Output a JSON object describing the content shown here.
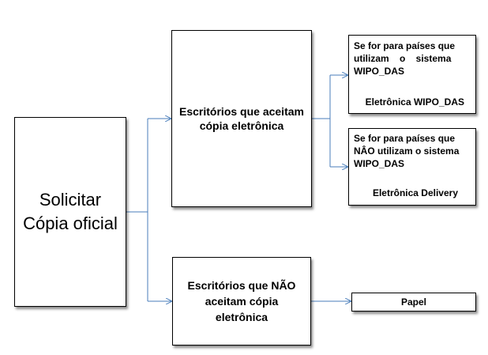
{
  "diagram": {
    "root": {
      "line1": "Solicitar",
      "line2": "Cópia oficial"
    },
    "accept": {
      "line1": "Escritórios que aceitam",
      "line2": "cópia eletrônica"
    },
    "no_accept": {
      "line1": "Escritórios que NÃO",
      "line2": "aceitam cópia",
      "line3": "eletrônica"
    },
    "wipo": {
      "line1": "Se for para países que",
      "line2": "utilizam o sistema",
      "line3": "WIPO_DAS",
      "footer": "Eletrônica WIPO_DAS"
    },
    "no_wipo": {
      "line1": "Se for para países que",
      "line2": "NÂO utilizam o sistema",
      "line3": "WIPO_DAS",
      "footer": "Eletrônica Delivery"
    },
    "papel": {
      "label": "Papel"
    }
  },
  "colors": {
    "connector": "#4a7ebb",
    "border": "#000000"
  }
}
